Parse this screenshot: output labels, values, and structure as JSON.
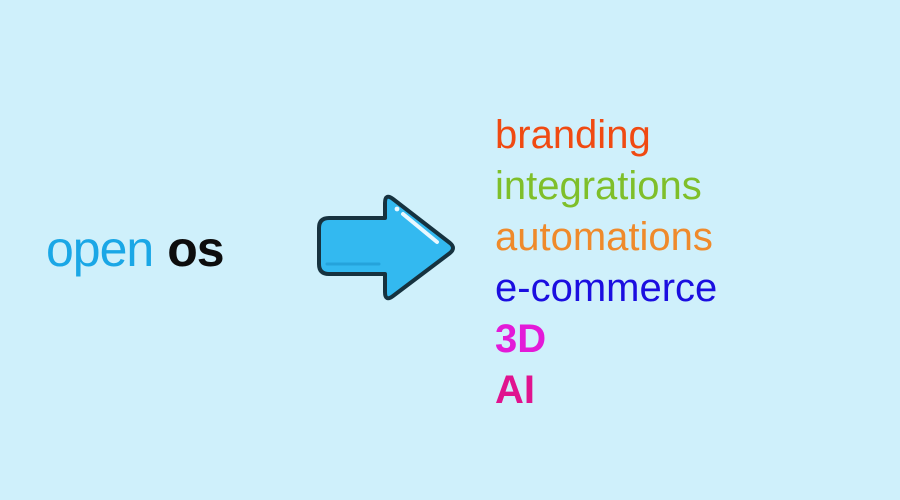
{
  "logo": {
    "open": "open",
    "os": "os",
    "open_color": "#1aa7e6",
    "os_color": "#0d0d0d"
  },
  "arrow": {
    "icon": "right-arrow-icon",
    "fill": "#33b9f0",
    "outline": "#16323f"
  },
  "background": "#cff0fb",
  "features": [
    {
      "label": "branding",
      "color": "#f04a12"
    },
    {
      "label": "integrations",
      "color": "#7fbf2a"
    },
    {
      "label": "automations",
      "color": "#ef8a2b"
    },
    {
      "label": "e-commerce",
      "color": "#1b0ee0"
    },
    {
      "label": "3D",
      "color": "#e31ad8"
    },
    {
      "label": "AI",
      "color": "#e0138f"
    }
  ]
}
